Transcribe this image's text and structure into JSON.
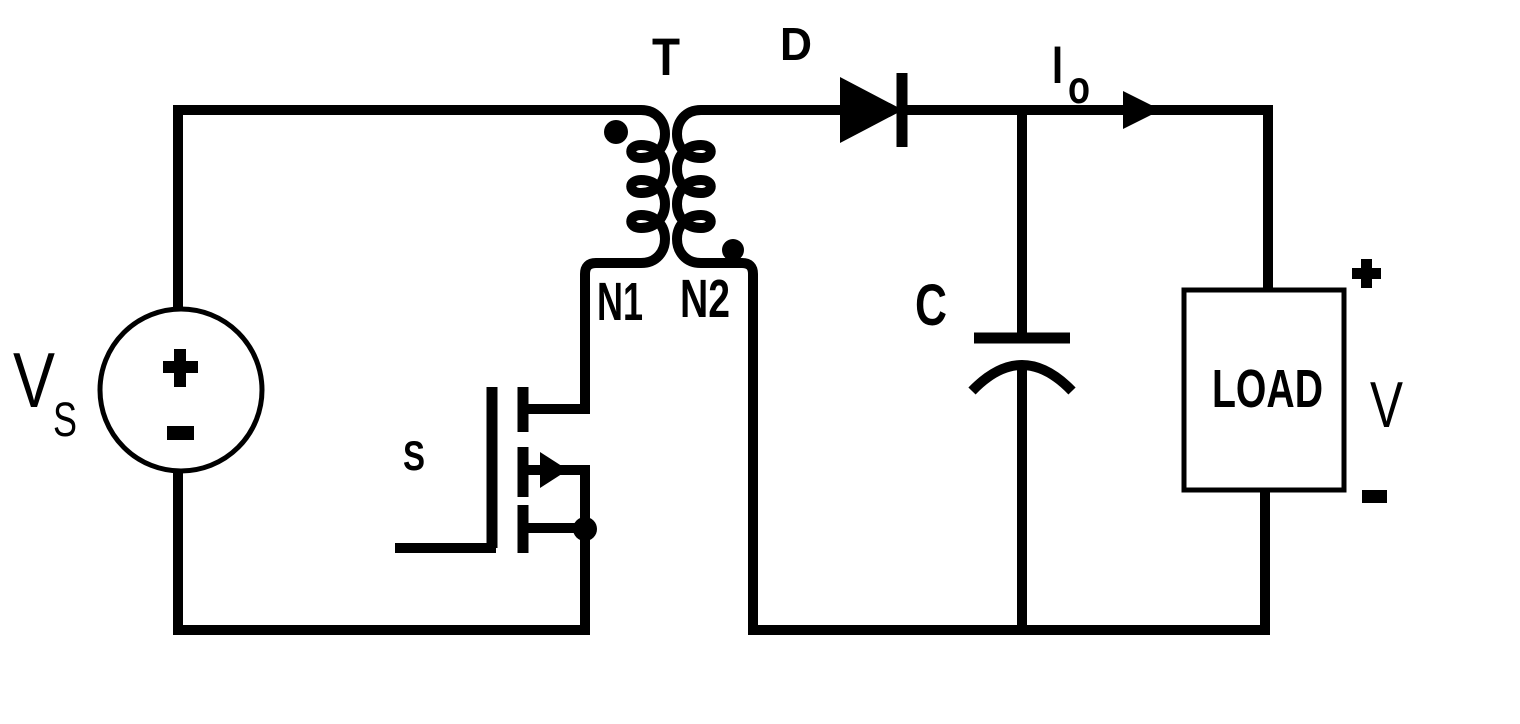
{
  "diagram": {
    "type": "circuit-schematic",
    "subject": "flyback converter",
    "colors": {
      "ink": "#000000",
      "background": "#ffffff"
    },
    "labels": {
      "vs_main": "V",
      "vs_sub": "S",
      "vs_plus": "+",
      "vs_minus": "-",
      "transformer": "T",
      "n1": "N1",
      "n2": "N2",
      "switch": "S",
      "diode": "D",
      "cap": "C",
      "io_main": "I",
      "io_sub": "o",
      "load": "LOAD",
      "vout": "V",
      "vout_plus": "+",
      "vout_minus": "-"
    }
  }
}
